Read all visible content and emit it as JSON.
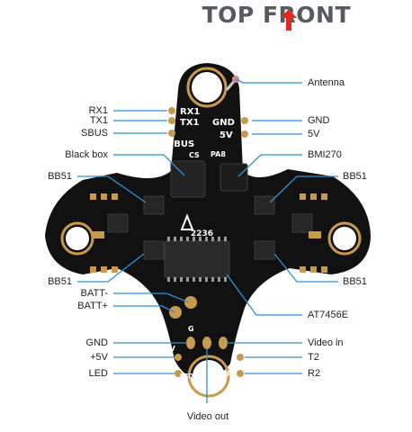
{
  "header": {
    "title": "TOP FRONT",
    "arrow_icon": "up-arrow",
    "arrow_color": "#e8251f"
  },
  "colors": {
    "pcb": "#111111",
    "pad": "#c89a4e",
    "line": "#2f8fd9",
    "component": "#232323"
  },
  "silkscreen": {
    "rx1": "RX1",
    "tx1": "TX1",
    "gnd": "GND",
    "v5": "5V",
    "sbus": "SBUS",
    "cs": "CS",
    "pa8": "PA8",
    "code": "2236",
    "t2": "T2",
    "r2": "R2",
    "s5v": "5V",
    "g": "G",
    "led": "LED"
  },
  "labels": {
    "antenna": "Antenna",
    "gnd_right": "GND",
    "v5_right": "5V",
    "bmi270": "BMI270",
    "bb51_tr": "BB51",
    "bb51_br": "BB51",
    "at7456e": "AT7456E",
    "video_in": "Video in",
    "t2": "T2",
    "r2": "R2",
    "rx1": "RX1",
    "tx1": "TX1",
    "sbus": "SBUS",
    "black_box": "Black box",
    "bb51_tl": "BB51",
    "bb51_bl": "BB51",
    "batt_neg": "BATT-",
    "batt_pos": "BATT+",
    "gnd_left": "GND",
    "v5_left": "+5V",
    "led": "LED",
    "video_out": "Video out"
  }
}
